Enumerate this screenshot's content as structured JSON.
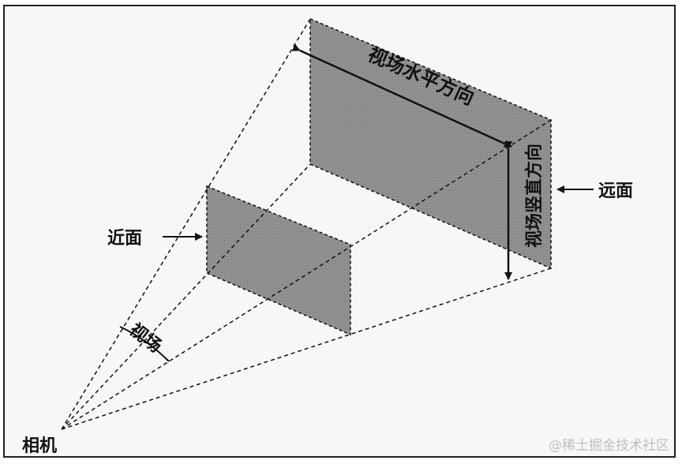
{
  "labels": {
    "horizontal_dir": "视场水平方向",
    "vertical_dir": "视场竖直方向",
    "far_plane": "远面",
    "near_plane": "近面",
    "fov": "视场",
    "camera": "相机"
  },
  "watermark": "@稀土掘金技术社区",
  "colors": {
    "plane_fill": "#8f8f8f",
    "line": "#111111",
    "background": "#f7f7f7"
  }
}
